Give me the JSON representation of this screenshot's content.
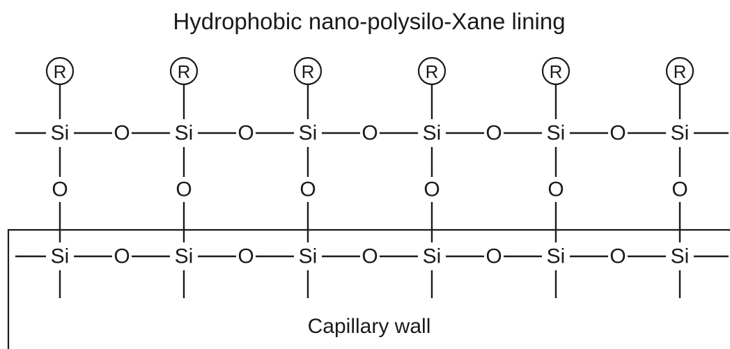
{
  "diagram": {
    "title": "Hydrophobic nano-polysilo-Xane lining",
    "substrate_label": "Capillary wall",
    "group_label": "R",
    "silicon_label": "Si",
    "oxygen_label": "O",
    "units": 6
  }
}
